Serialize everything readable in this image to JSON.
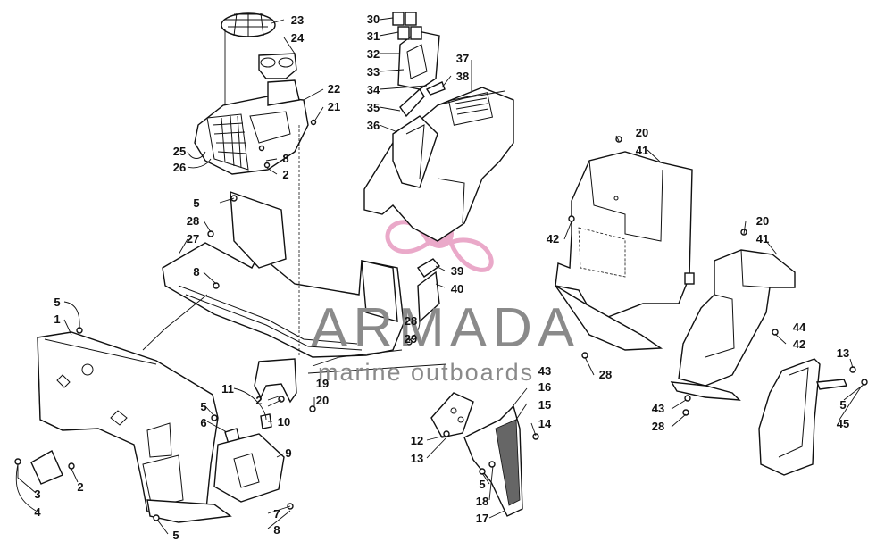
{
  "watermark": {
    "title": "ARMADA",
    "subtitle": "marine outboards",
    "logo_color": "#e8a0c4",
    "text_color": "#8a8a8a"
  },
  "callouts": {
    "n1": "1",
    "n2a": "2",
    "n2b": "2",
    "n2c": "2",
    "n3": "3",
    "n4": "4",
    "n5a": "5",
    "n5b": "5",
    "n5c": "5",
    "n5d": "5",
    "n5e": "5",
    "n5f": "5",
    "n6": "6",
    "n7": "7",
    "n8a": "8",
    "n8b": "8",
    "n8c": "8",
    "n9": "9",
    "n10": "10",
    "n11": "11",
    "n12": "12",
    "n13a": "13",
    "n13b": "13",
    "n14": "14",
    "n15": "15",
    "n16": "16",
    "n17": "17",
    "n18": "18",
    "n19": "19",
    "n20a": "20",
    "n20b": "20",
    "n20c": "20",
    "n21": "21",
    "n22": "22",
    "n23": "23",
    "n24": "24",
    "n25": "25",
    "n26": "26",
    "n27": "27",
    "n28a": "28",
    "n28b": "28",
    "n28c": "28",
    "n28d": "28",
    "n29": "29",
    "n30": "30",
    "n31": "31",
    "n32": "32",
    "n33": "33",
    "n34": "34",
    "n35": "35",
    "n36": "36",
    "n37": "37",
    "n38": "38",
    "n39": "39",
    "n40": "40",
    "n41a": "41",
    "n41b": "41",
    "n42a": "42",
    "n42b": "42",
    "n43a": "43",
    "n43b": "43",
    "n44": "44",
    "n45": "45"
  }
}
